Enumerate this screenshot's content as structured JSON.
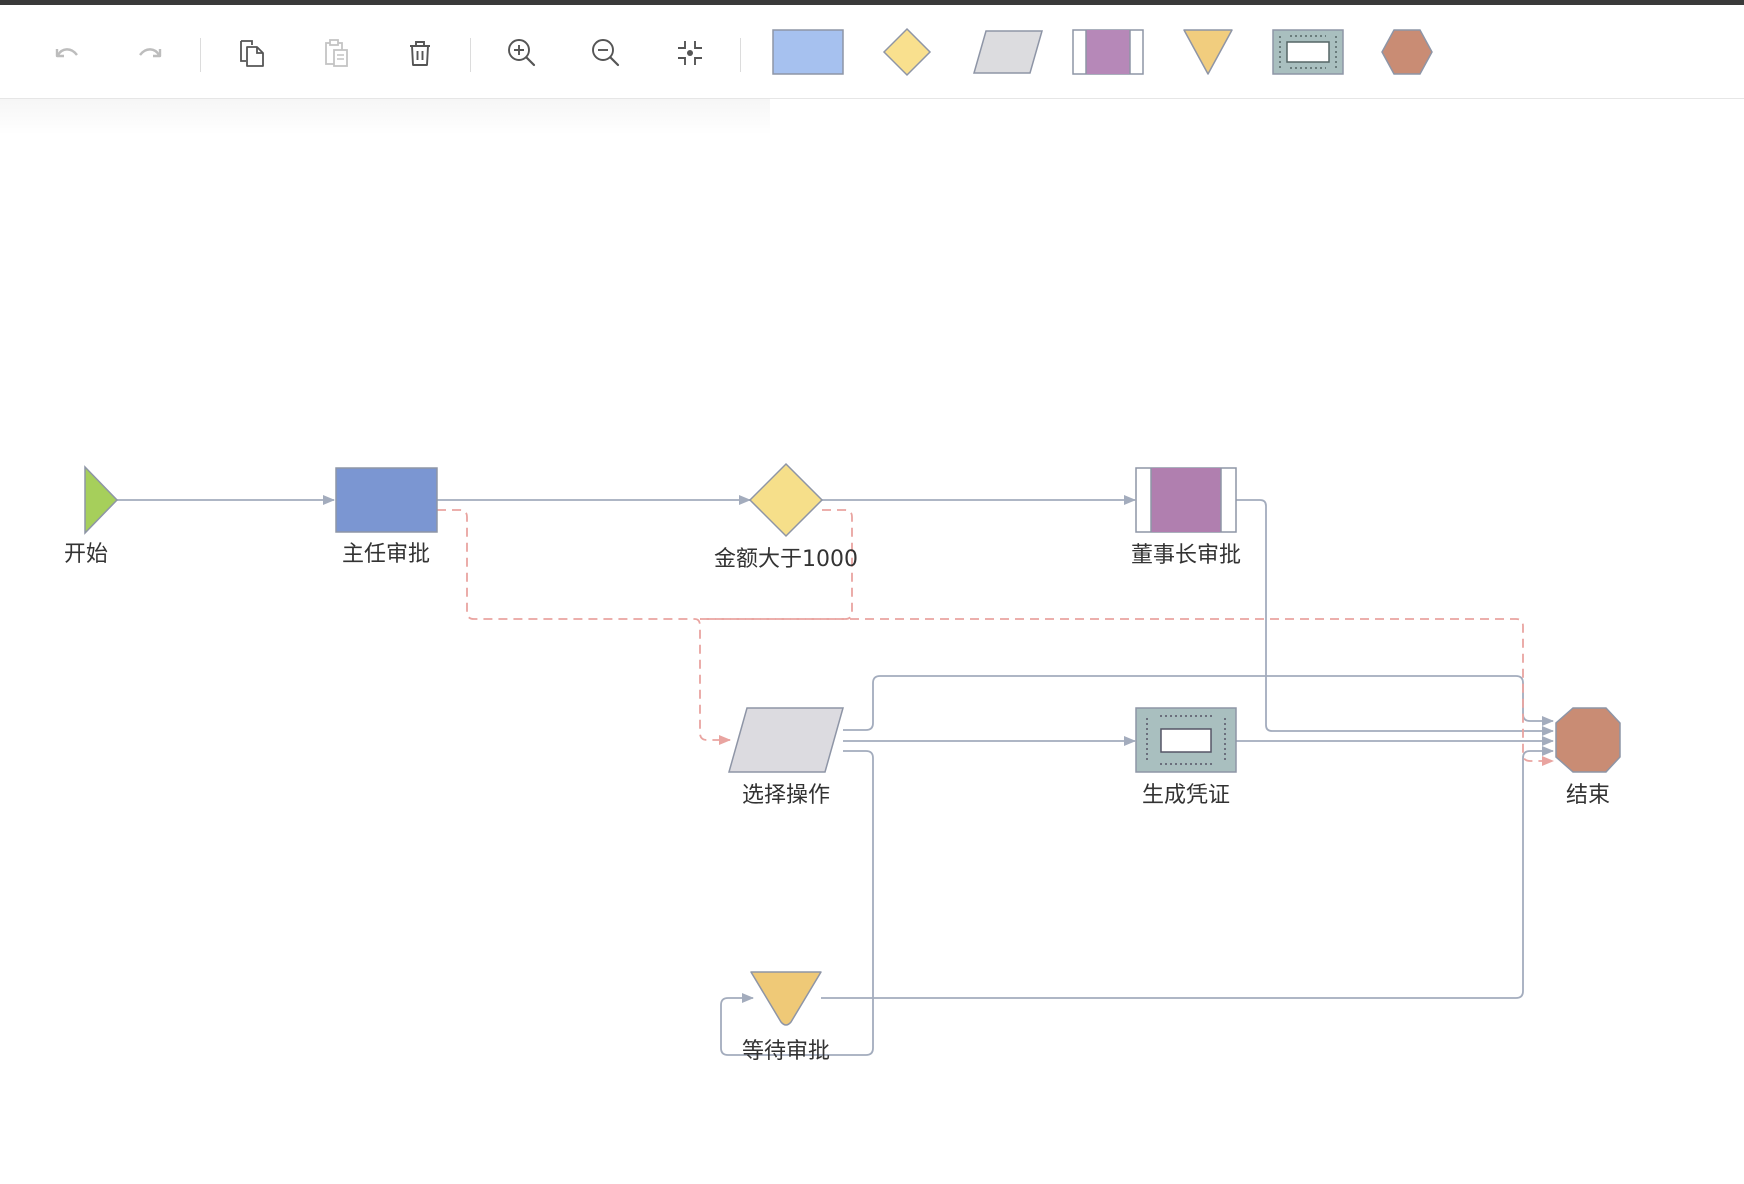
{
  "toolbar": {
    "buttons": [
      {
        "name": "undo",
        "icon": "undo-icon",
        "enabled": false
      },
      {
        "name": "redo",
        "icon": "redo-icon",
        "enabled": false
      },
      {
        "name": "copy",
        "icon": "copy-icon",
        "enabled": true
      },
      {
        "name": "paste",
        "icon": "paste-icon",
        "enabled": false
      },
      {
        "name": "delete",
        "icon": "trash-icon",
        "enabled": true
      },
      {
        "name": "zoom-in",
        "icon": "zoom-in-icon",
        "enabled": true
      },
      {
        "name": "zoom-out",
        "icon": "zoom-out-icon",
        "enabled": true
      },
      {
        "name": "fit-view",
        "icon": "fit-view-icon",
        "enabled": true
      }
    ],
    "palette": [
      {
        "shape": "rectangle",
        "color": "#a6c1ef"
      },
      {
        "shape": "diamond",
        "color": "#f9e08e"
      },
      {
        "shape": "parallelogram",
        "color": "#dcdcdf"
      },
      {
        "shape": "subprocess",
        "color": "#b688b8"
      },
      {
        "shape": "inverted-triangle",
        "color": "#f1cd7e"
      },
      {
        "shape": "framed-rectangle",
        "color": "#a9bfbf"
      },
      {
        "shape": "hexagon",
        "color": "#c98c74"
      }
    ]
  },
  "nodes": {
    "start": {
      "label": "开始",
      "color": "#a6cf5b"
    },
    "director_approval": {
      "label": "主任审批",
      "color": "#7b96d2"
    },
    "amount_check": {
      "label": "金额大于1000",
      "color": "#f6df8a"
    },
    "chairman_approval": {
      "label": "董事长审批",
      "color": "#b07faf"
    },
    "select_operation": {
      "label": "选择操作",
      "color": "#dcdbe0"
    },
    "generate_voucher": {
      "label": "生成凭证",
      "color": "#a9bfbf"
    },
    "end": {
      "label": "结束",
      "color": "#c98c74"
    },
    "wait_approval": {
      "label": "等待审批",
      "color": "#efc977"
    }
  },
  "colors": {
    "edge": "#a3acbd",
    "dashed_edge": "#e9a4a0",
    "node_border": "#8e95a6"
  }
}
